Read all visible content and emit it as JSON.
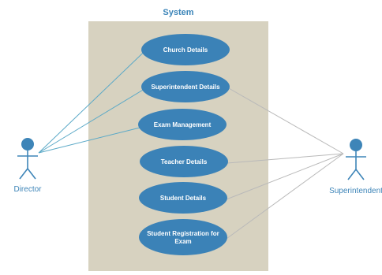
{
  "diagram": {
    "title": "System",
    "actors": [
      {
        "id": "director",
        "label": "Director"
      },
      {
        "id": "superintendent",
        "label": "Superintendent"
      }
    ],
    "use_cases": [
      {
        "id": "church-details",
        "lines": [
          "Church Details"
        ]
      },
      {
        "id": "superintendent-details",
        "lines": [
          "Superintendent Details"
        ]
      },
      {
        "id": "exam-management",
        "lines": [
          "Exam Management"
        ]
      },
      {
        "id": "teacher-details",
        "lines": [
          "Teacher Details"
        ]
      },
      {
        "id": "student-details",
        "lines": [
          "Student Details"
        ]
      },
      {
        "id": "student-registration-for-exam",
        "lines": [
          "Student Registration for",
          "Exam"
        ]
      }
    ],
    "associations": [
      {
        "actor": "director",
        "use_case": "church-details"
      },
      {
        "actor": "director",
        "use_case": "superintendent-details"
      },
      {
        "actor": "director",
        "use_case": "exam-management"
      },
      {
        "actor": "superintendent",
        "use_case": "superintendent-details"
      },
      {
        "actor": "superintendent",
        "use_case": "teacher-details"
      },
      {
        "actor": "superintendent",
        "use_case": "student-details"
      },
      {
        "actor": "superintendent",
        "use_case": "student-registration-for-exam"
      }
    ],
    "colors": {
      "system_box": "#d7d2c0",
      "use_case_fill": "#3b82b7",
      "use_case_text": "#ffffff",
      "actor": "#3e85b8",
      "actor_label": "#3e85b8",
      "title": "#3a84b8",
      "director_line": "#5ba9c7",
      "superintendent_line": "#b9b9b9"
    }
  }
}
